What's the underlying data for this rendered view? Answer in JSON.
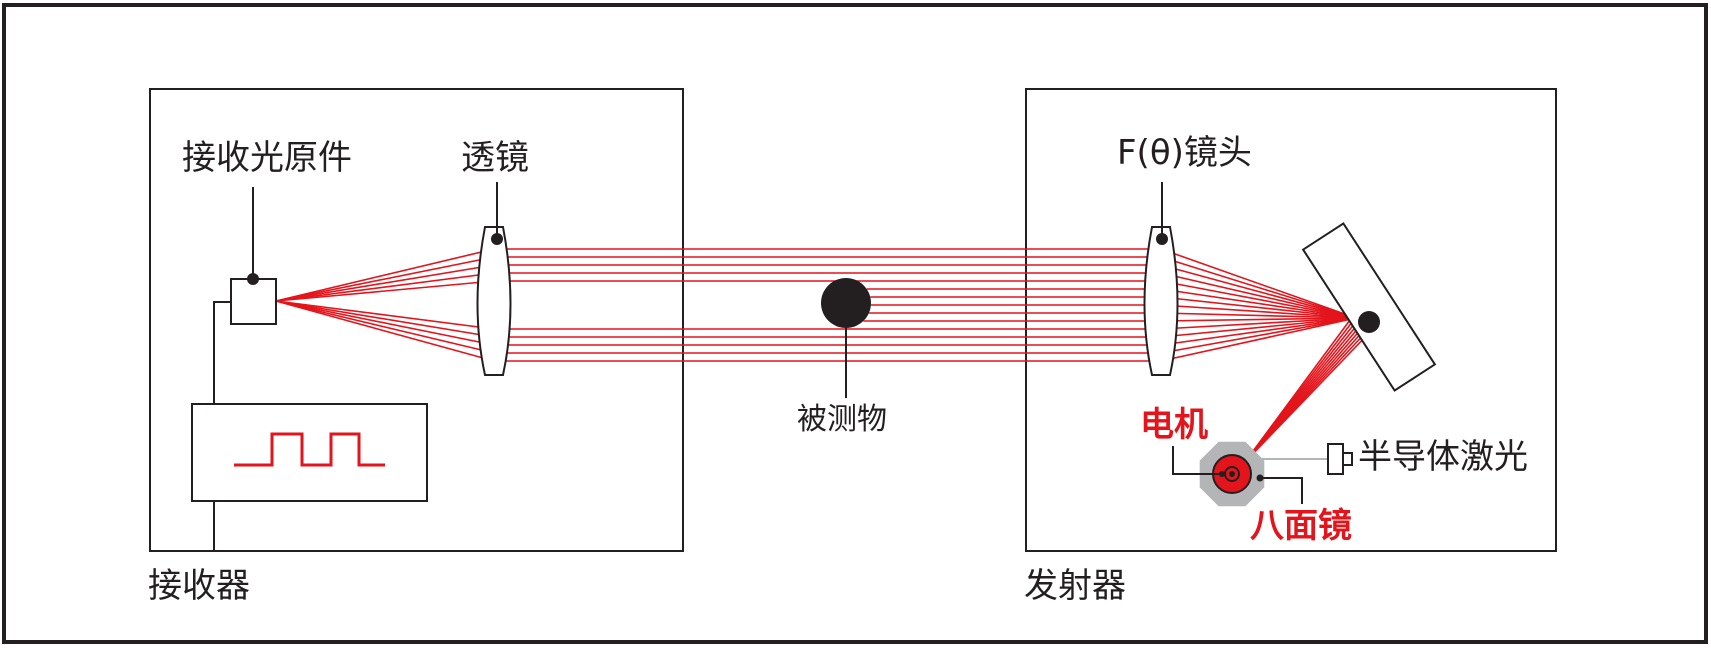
{
  "colors": {
    "beam": "#e3141b",
    "ink": "#231f20",
    "label_red": "#e3141b",
    "polygon_gray": "#b4b5b6",
    "mirror_fill": "#ffffff"
  },
  "labels": {
    "receiver_box": "接收器",
    "emitter_box": "发射器",
    "receiving_element": "接收光原件",
    "lens": "透镜",
    "f_theta_lens": "F(θ)镜头",
    "object": "被测物",
    "motor": "电机",
    "polygon_mirror": "八面镜",
    "semiconductor_laser": "半导体激光"
  }
}
